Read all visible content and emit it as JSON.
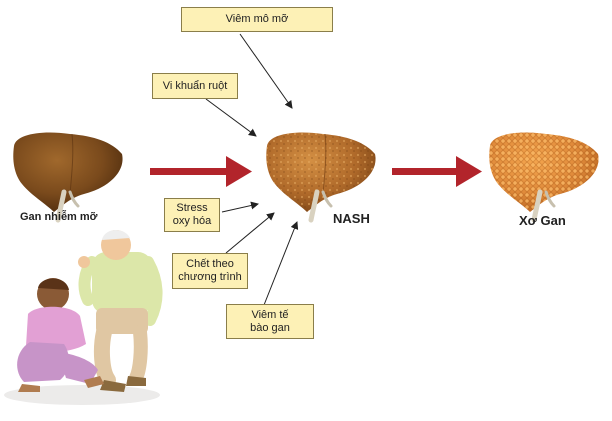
{
  "stages": {
    "fatty_liver": "Gan nhiễm mỡ",
    "nash": "NASH",
    "cirrhosis": "Xơ Gan"
  },
  "factors": {
    "steatohepatitis": "Viêm mô mỡ",
    "gut_bacteria": "Vi khuẩn ruột",
    "oxidative_stress": [
      "Stress",
      "oxy hóa"
    ],
    "programmed_death": [
      "Chết theo",
      "chương trình"
    ],
    "hepatocyte_inflammation": [
      "Viêm tế",
      "bào gan"
    ]
  },
  "colors": {
    "progress_arrow": "#b2242b",
    "callout_fill": "#fdf1b6",
    "callout_border": "#8a7e4a",
    "fatty_liver": "#7a4a1c",
    "nash_liver": "#b06a2a",
    "cirrhosis_liver": "#e08a3a"
  },
  "illustration": [
    "couple-illustration"
  ]
}
